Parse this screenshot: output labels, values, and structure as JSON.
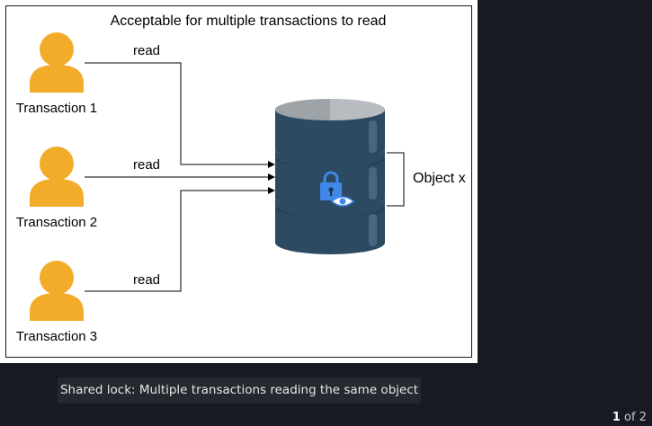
{
  "slide": {
    "title": "Acceptable for multiple transactions to read",
    "transactions": [
      {
        "label": "Transaction 1",
        "edge_label": "read"
      },
      {
        "label": "Transaction 2",
        "edge_label": "read"
      },
      {
        "label": "Transaction 3",
        "edge_label": "read"
      }
    ],
    "object_label": "Object x",
    "icons": [
      "user-icon",
      "database-icon",
      "lock-icon",
      "eye-icon"
    ]
  },
  "caption": {
    "text": "Shared lock: Multiple transactions reading the same object"
  },
  "pager": {
    "current": "1",
    "separator": "of",
    "total": "2"
  },
  "colors": {
    "user": "#f2ac29",
    "db_body": "#2d4a63",
    "db_top": "#9ea3a8",
    "lock": "#3f88e8"
  }
}
